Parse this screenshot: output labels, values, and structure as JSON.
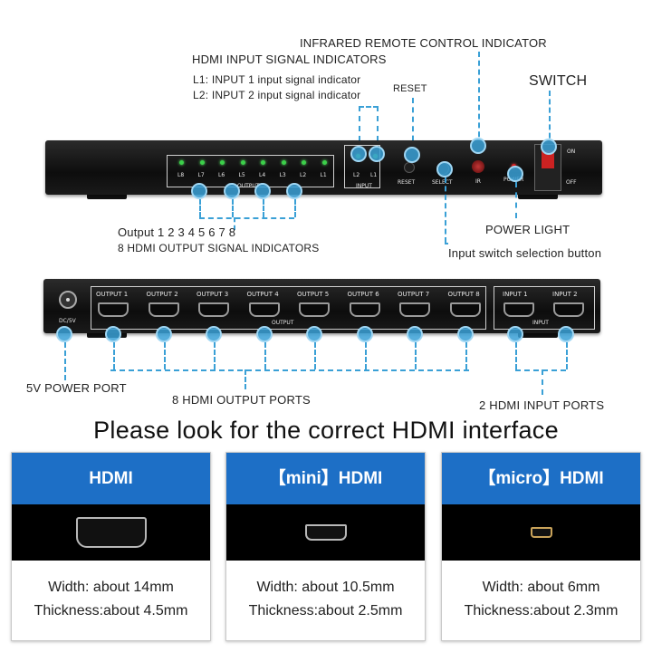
{
  "top_labels": {
    "infrared": "INFRARED REMOTE CONTROL INDICATOR",
    "hdmi_input_signal": "HDMI INPUT SIGNAL INDICATORS",
    "l1": "L1: INPUT 1 input signal indicator",
    "l2": "L2: INPUT 2 input signal indicator",
    "reset": "RESET",
    "switch": "SWITCH",
    "output_numbers": "Output 1 2 3 4 5 6 7 8",
    "output_indicators": "8 HDMI OUTPUT SIGNAL INDICATORS",
    "power_light": "POWER LIGHT",
    "input_switch_button": "Input switch selection button"
  },
  "front_panel": {
    "leds": [
      "L8",
      "L7",
      "L6",
      "L5",
      "L4",
      "L3",
      "L2",
      "L1"
    ],
    "output_text": "OUTPUT",
    "input_leds": [
      "L2",
      "L1"
    ],
    "input_text": "INPUT",
    "reset_text": "RESET",
    "select_text": "SELECT",
    "ir_text": "IR",
    "power_text": "POWER",
    "on_text": "ON",
    "off_text": "OFF"
  },
  "back_panel": {
    "dc_text": "DC/5V",
    "outputs": [
      "OUTPUT 1",
      "OUTPUT 2",
      "OUTPUT 3",
      "OUTPUT 4",
      "OUTPUT 5",
      "OUTPUT 6",
      "OUTPUT 7",
      "OUTPUT 8"
    ],
    "output_text": "OUTPUT",
    "inputs": [
      "INPUT 1",
      "INPUT 2"
    ],
    "input_text": "INPUT"
  },
  "bottom_labels": {
    "power_port": "5V POWER PORT",
    "output_ports": "8 HDMI OUTPUT PORTS",
    "input_ports": "2 HDMI INPUT PORTS"
  },
  "headline": "Please look for the correct HDMI interface",
  "cards": [
    {
      "title": "HDMI",
      "width": "Width: about 14mm",
      "thickness": "Thickness:about 4.5mm"
    },
    {
      "title": "【mini】HDMI",
      "width": "Width: about 10.5mm",
      "thickness": "Thickness:about 2.5mm"
    },
    {
      "title": "【micro】HDMI",
      "width": "Width: about 6mm",
      "thickness": "Thickness:about 2.3mm"
    }
  ],
  "colors": {
    "accent": "#3aa0d6",
    "card_header": "#1d6fc6",
    "led": "#3cd04a"
  }
}
